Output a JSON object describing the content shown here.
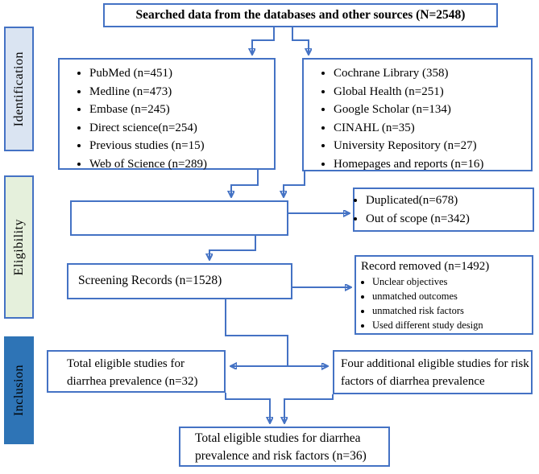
{
  "figure": {
    "type": "prisma-flow-diagram",
    "title_box": "Searched data from the databases and other sources (N=2548)",
    "stages": {
      "identification": "Identification",
      "eligibility": "Eligibility",
      "inclusion": "Inclusion"
    },
    "left_sources": [
      "PubMed (n=451)",
      "Medline (n=473)",
      "Embase (n=245)",
      "Direct science(n=254)",
      "Previous studies (n=15)",
      "Web of Science (n=289)"
    ],
    "right_sources": [
      "Cochrane Library (358)",
      "Global Health (n=251)",
      "Google Scholar (n=134)",
      "CINAHL (n=35)",
      "University Repository (n=27)",
      "Homepages and reports (n=16)"
    ],
    "excluded_first": [
      "Duplicated(n=678)",
      "Out of scope (n=342)"
    ],
    "screening": "Screening Records (n=1528)",
    "removed": {
      "title": "Record removed (n=1492)",
      "reasons": [
        "Unclear objectives",
        "unmatched outcomes",
        "unmatched risk factors",
        "Used different study design"
      ]
    },
    "eligible_prevalence": "Total eligible studies for diarrhea prevalence (n=32)",
    "eligible_risk_factors": "Four additional eligible studies for risk factors of diarrhea prevalence",
    "final_total": "Total eligible studies for diarrhea prevalence and risk factors (n=36)"
  },
  "colors": {
    "accent": "#4472C4",
    "identfill": "#DAE4F2",
    "eligfill": "#E5F0DC",
    "inclfill": "#2E74B6",
    "boxfill": "#FFFFFF",
    "ink": "#000000"
  }
}
